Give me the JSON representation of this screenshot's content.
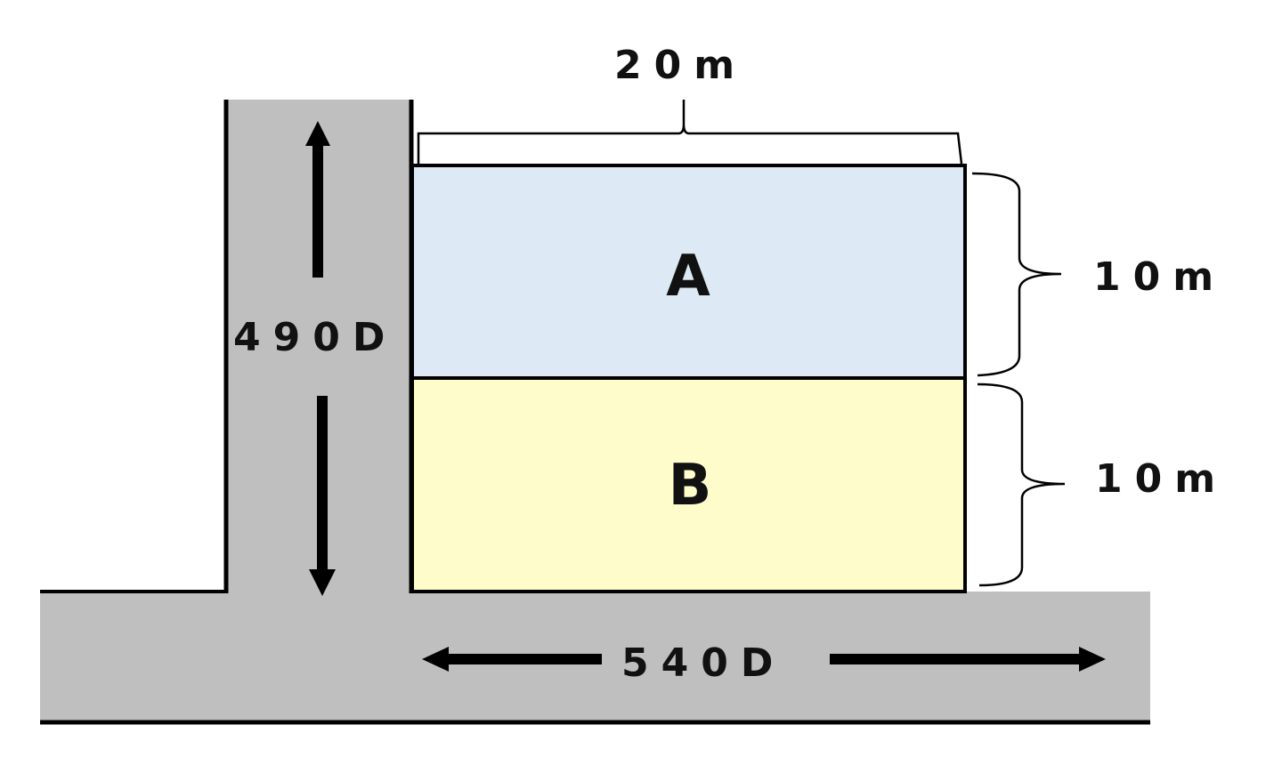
{
  "top_width_label": "20m",
  "lot_a": {
    "label": "A",
    "depth_label": "10m",
    "color": "#dde9f5"
  },
  "lot_b": {
    "label": "B",
    "depth_label": "10m",
    "color": "#fffccc"
  },
  "side_road": {
    "label": "490D",
    "color": "#bfbfbf"
  },
  "front_road": {
    "label": "540D",
    "color": "#bfbfbf"
  }
}
